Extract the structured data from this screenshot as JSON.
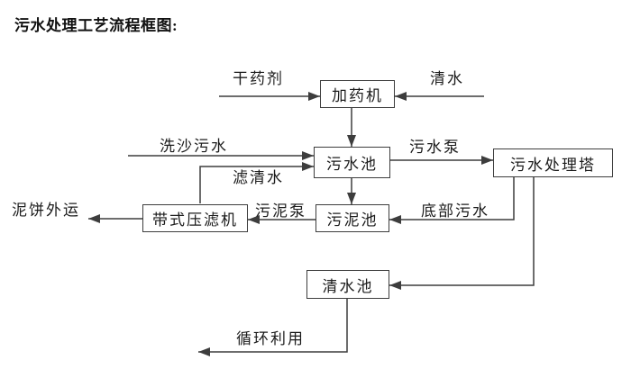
{
  "title": "污水处理工艺流程框图:",
  "nodes": {
    "dosing_machine": "加药机",
    "sewage_pool": "污水池",
    "treatment_tower": "污水处理塔",
    "belt_filter_press": "带式压滤机",
    "sludge_pool": "污泥池",
    "clean_water_pool": "清水池"
  },
  "flow_labels": {
    "dry_chemical": "干药剂",
    "clean_water": "清水",
    "sand_wash_sewage": "洗沙污水",
    "filtered_water": "滤清水",
    "sewage_pump": "污水泵",
    "bottom_sewage": "底部污水",
    "sludge_pump": "污泥泵",
    "mud_cake_outbound": "泥饼外运",
    "recycle_use": "循环利用"
  },
  "colors": {
    "line": "#3d3d3d",
    "text": "#1c1c1c",
    "background": "#ffffff"
  }
}
